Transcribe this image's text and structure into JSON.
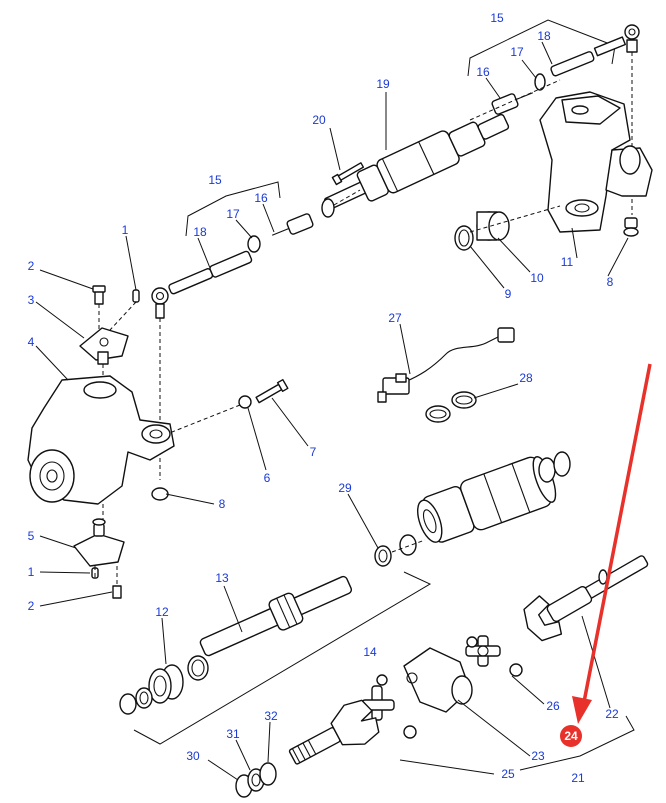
{
  "colors": {
    "callout_text": "#1a3ad4",
    "line": "#111111",
    "highlight": "#e8312a",
    "background": "#ffffff"
  },
  "callouts": {
    "c15_top": "15",
    "c17_top": "17",
    "c18_top": "18",
    "c16_top": "16",
    "c19": "19",
    "c20": "20",
    "c11": "11",
    "c10": "10",
    "c9": "9",
    "c8_right": "8",
    "c15_mid": "15",
    "c16_mid": "16",
    "c17_mid": "17",
    "c18_mid": "18",
    "c1_top": "1",
    "c2_top": "2",
    "c3": "3",
    "c4": "4",
    "c7": "7",
    "c6": "6",
    "c8_left": "8",
    "c27": "27",
    "c28": "28",
    "c29": "29",
    "c5": "5",
    "c1_bottom": "1",
    "c2_bottom": "2",
    "c13": "13",
    "c12": "12",
    "c14": "14",
    "c26": "26",
    "c22": "22",
    "c23": "23",
    "c21": "21",
    "c25": "25",
    "c30": "30",
    "c31": "31",
    "c32": "32"
  },
  "highlight": {
    "label": "24"
  }
}
